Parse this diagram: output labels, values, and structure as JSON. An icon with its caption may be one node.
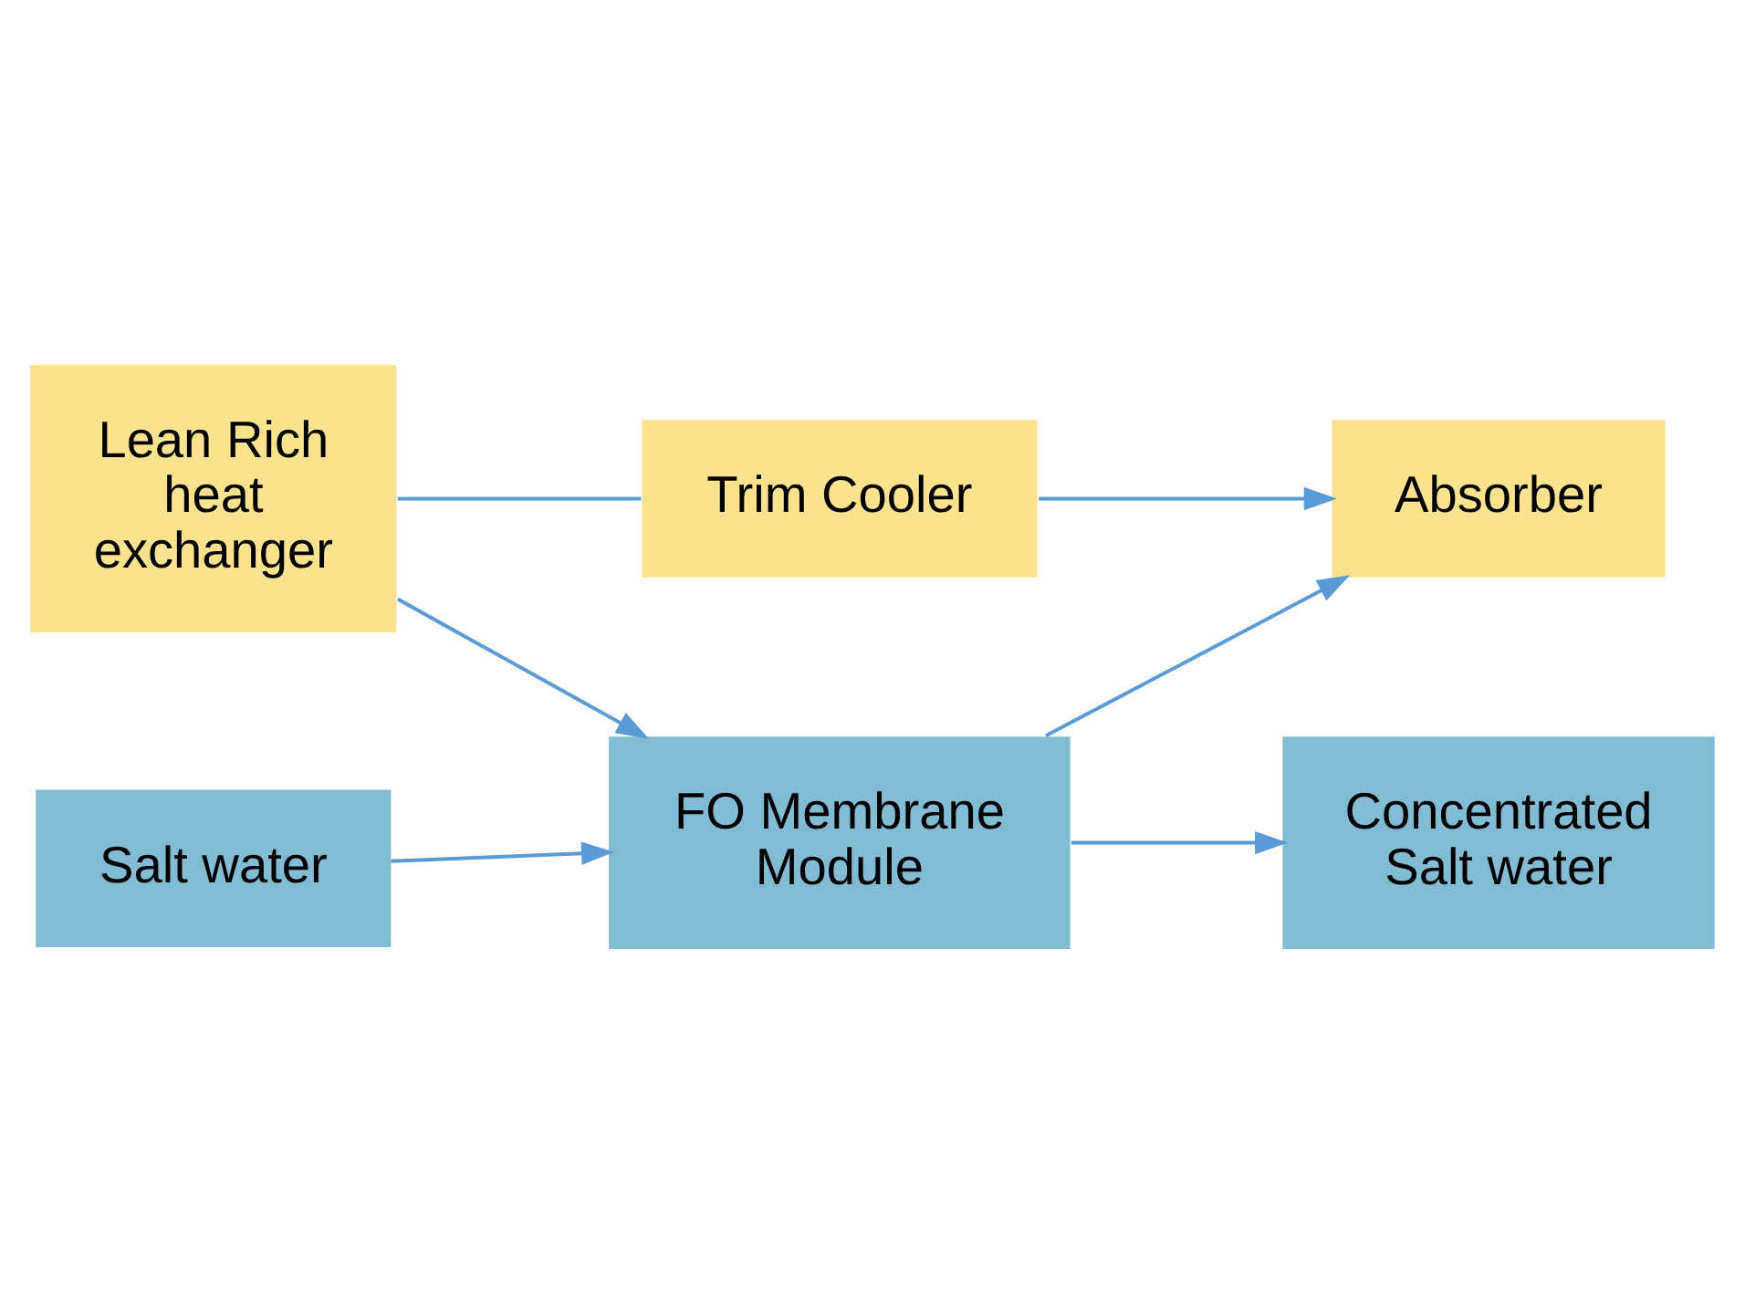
{
  "diagram": {
    "nodes": [
      {
        "text": [
          "Lean Rich heat exchanger"
        ]
      },
      {
        "text": [
          "Trim Cooler"
        ]
      },
      {
        "text": [
          "Absorber"
        ]
      },
      {
        "text": [
          "Salt water"
        ]
      },
      {
        "text": [
          "FO Membrane Module"
        ]
      },
      {
        "text": [
          "Concentrated Salt water"
        ]
      }
    ],
    "edges": [
      {
        "from": 0,
        "to": 1,
        "arrow": "none"
      },
      {
        "from": 1,
        "to": 2,
        "arrow": "to"
      },
      {
        "from": 0,
        "to": 4,
        "arrow": "to"
      },
      {
        "from": 4,
        "to": 2,
        "arrow": "to"
      },
      {
        "from": 3,
        "to": 4,
        "arrow": "to"
      },
      {
        "from": 4,
        "to": 5,
        "arrow": "to"
      }
    ]
  }
}
